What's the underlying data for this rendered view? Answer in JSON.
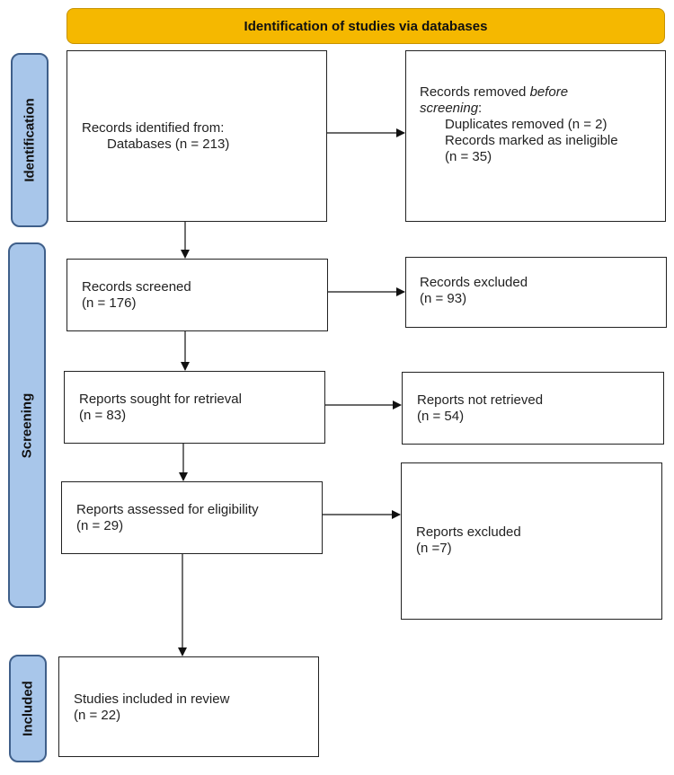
{
  "banner": {
    "title": "Identification of studies via databases"
  },
  "phases": {
    "identification": "Identification",
    "screening": "Screening",
    "included": "Included"
  },
  "boxes": {
    "records_identified": {
      "line1": "Records identified from:",
      "line2": "Databases (n = 213)"
    },
    "records_removed": {
      "line1": "Records removed ",
      "line1_em": "before",
      "line2_em": "screening",
      "line2_suffix": ":",
      "line3": "Duplicates removed (n = 2)",
      "line4": "Records marked as ineligible",
      "line5": "(n = 35)"
    },
    "records_screened": {
      "line1": "Records screened",
      "line2": "(n = 176)"
    },
    "records_excluded": {
      "line1": "Records excluded",
      "line2": "(n = 93)"
    },
    "reports_sought": {
      "line1": "Reports sought for retrieval",
      "line2": "(n = 83)"
    },
    "reports_not_retrieved": {
      "line1": "Reports not retrieved",
      "line2": "(n = 54)"
    },
    "reports_assessed": {
      "line1": "Reports assessed for eligibility",
      "line2": "(n = 29)"
    },
    "reports_excluded": {
      "line1": "Reports excluded",
      "line2": "(n =7)"
    },
    "studies_included": {
      "line1": "Studies included in review",
      "line2": "(n = 22)"
    }
  },
  "colors": {
    "banner": "#f5b800",
    "phase_fill": "#a8c6ea",
    "phase_border": "#3f5f8a"
  }
}
